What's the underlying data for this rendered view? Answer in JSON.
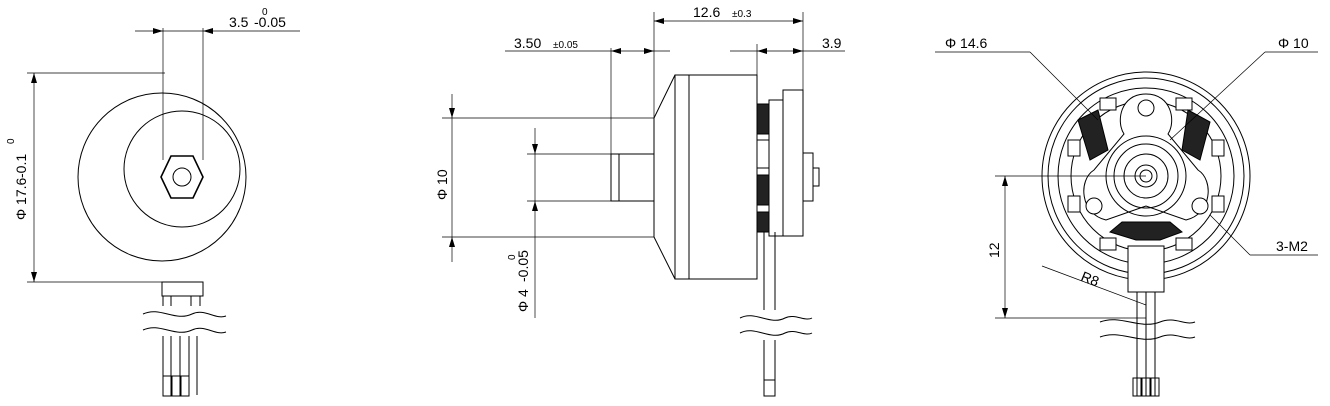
{
  "colors": {
    "ink": "#000000",
    "paper": "#ffffff",
    "coil": "#222222"
  },
  "front_view": {
    "shaft_flat_dim": "3.5",
    "shaft_flat_tol_upper": "0",
    "shaft_flat_tol_lower": "-0.05",
    "diameter_dim": "Φ 17.6",
    "diameter_tol_upper": "0",
    "diameter_tol_lower": "-0.1"
  },
  "side_view": {
    "overall_length": "12.6",
    "overall_length_tol": "±0.3",
    "shaft_length": "3.50",
    "shaft_length_tol": "±0.05",
    "mount_dim": "3.9",
    "boss_diameter": "Φ 10",
    "shaft_diameter": "Φ 4",
    "shaft_diameter_tol_upper": "0",
    "shaft_diameter_tol_lower": "-0.05"
  },
  "rear_view": {
    "outer_diameter": "Φ 14.6",
    "hub_diameter": "Φ 10",
    "height_dim": "12",
    "radius_dim": "R8",
    "mount_holes": "3-M2"
  }
}
